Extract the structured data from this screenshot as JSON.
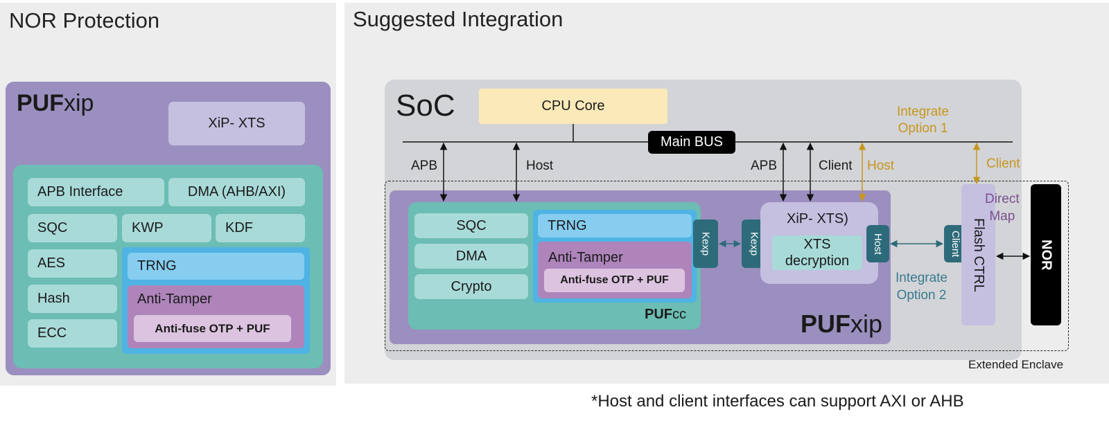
{
  "left": {
    "title": "NOR Protection",
    "puf_bold": "PUF",
    "puf_rest": "xip",
    "xip_xts": "XiP- XTS",
    "apb_interface": "APB Interface",
    "dma": "DMA (AHB/AXI)",
    "sqc": "SQC",
    "kwp": "KWP",
    "kdf": "KDF",
    "aes": "AES",
    "hash": "Hash",
    "ecc": "ECC",
    "trng": "TRNG",
    "anti_tamper": "Anti-Tamper",
    "anti_fuse": "Anti-fuse  OTP + PUF"
  },
  "right": {
    "title": "Suggested Integration",
    "soc": "SoC",
    "cpu_core": "CPU Core",
    "main_bus": "Main BUS",
    "apb1": "APB",
    "host1": "Host",
    "apb2": "APB",
    "client1": "Client",
    "host_gold": "Host",
    "client_gold": "Client",
    "integrate_opt1_line1": "Integrate",
    "integrate_opt1_line2": "Option 1",
    "direct_map_line1": "Direct",
    "direct_map_line2": "Map",
    "sqc": "SQC",
    "dma": "DMA",
    "crypto": "Crypto",
    "trng": "TRNG",
    "anti_tamper": "Anti-Tamper",
    "anti_fuse": "Anti-fuse OTP + PUF",
    "pufcc_bold": "PUF",
    "pufcc_rest": "cc",
    "kexp1": "Kexp",
    "kexp2": "Kexp",
    "xip_xts": "XiP- XTS)",
    "xts_decryption_line1": "XTS",
    "xts_decryption_line2": "decryption",
    "host_port": "Host",
    "client_port": "Client",
    "integrate_opt2_line1": "Integrate",
    "integrate_opt2_line2": "Option 2",
    "flash_ctrl": "Flash CTRL",
    "nor": "NOR",
    "pufxip_bold": "PUF",
    "pufxip_rest": "xip",
    "extended_enclave": "Extended Enclave",
    "footnote": "*Host and client interfaces can support AXI or AHB"
  },
  "colors": {
    "gold": "#c8961e",
    "integrate2": "#3a7a8f",
    "directmap": "#7a4f8f",
    "connector": "#2d6b7a"
  }
}
